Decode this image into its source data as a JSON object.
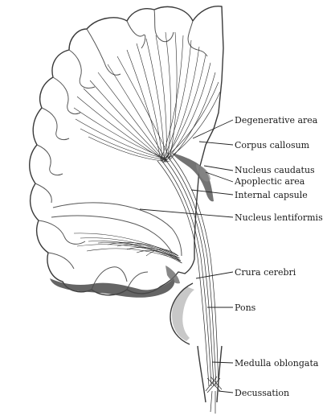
{
  "figure": {
    "colors": {
      "ink": "#2b2b2b",
      "shade": "#6f6f6f",
      "dark": "#3a3a3a",
      "background": "#ffffff"
    },
    "labels": [
      {
        "id": "degenerative-area",
        "text": "Degenerative area"
      },
      {
        "id": "corpus-callosum",
        "text": "Corpus callosum"
      },
      {
        "id": "nucleus-caudatus",
        "text": "Nucleus caudatus"
      },
      {
        "id": "apoplectic-area",
        "text": "Apoplectic area"
      },
      {
        "id": "internal-capsule",
        "text": "Internal capsule"
      },
      {
        "id": "nucleus-lentiformis",
        "text": "Nucleus lentiformis"
      },
      {
        "id": "crura-cerebri",
        "text": "Crura cerebri"
      },
      {
        "id": "pons",
        "text": "Pons"
      },
      {
        "id": "medulla-oblongata",
        "text": "Medulla oblongata"
      },
      {
        "id": "decussation",
        "text": "Decussation"
      }
    ]
  }
}
